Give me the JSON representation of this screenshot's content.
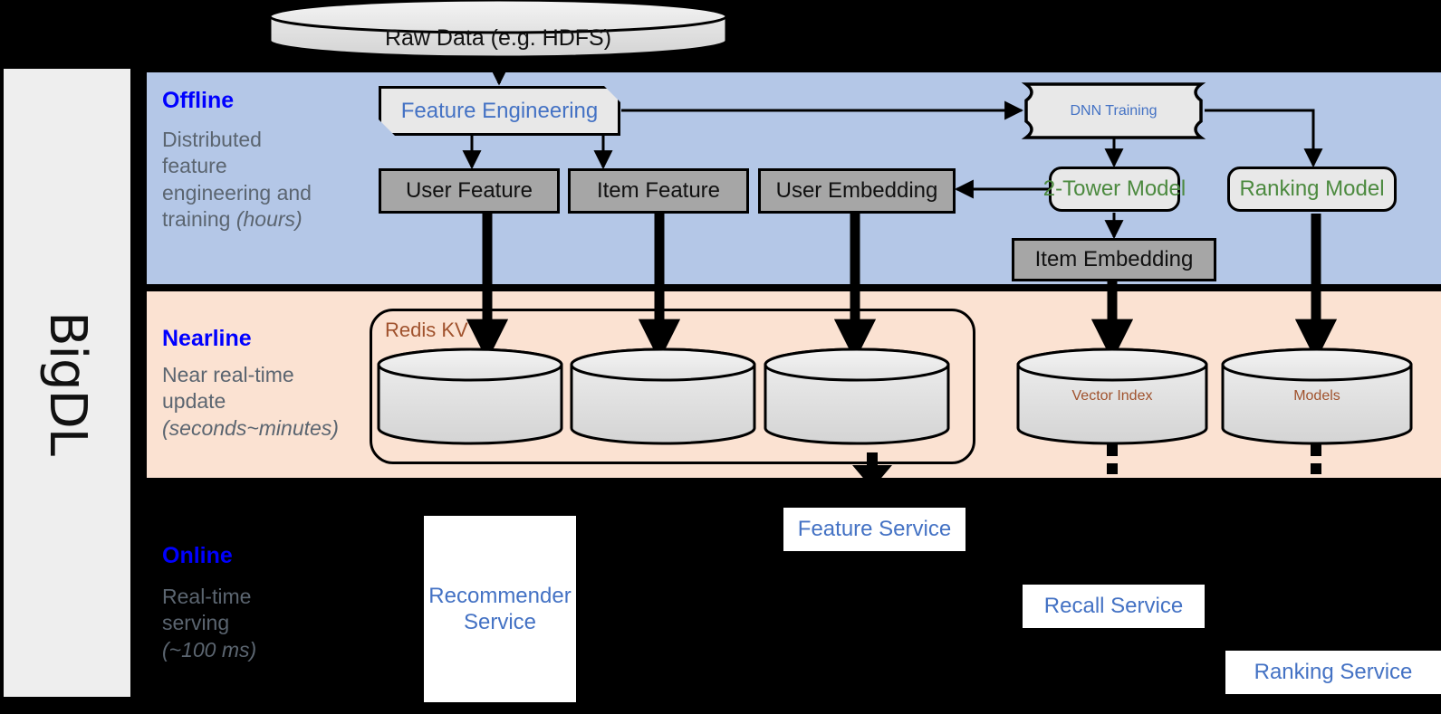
{
  "sidebar": {
    "label": "BigDL"
  },
  "bands": [
    {
      "id": "offline",
      "title": "Offline",
      "subtitle": "Distributed feature engineering and ",
      "subtitle_italic": "(hours)",
      "bg": "#b4c7e7"
    },
    {
      "id": "nearline",
      "title": "Nearline",
      "subtitle": "Near real-time update ",
      "subtitle_italic": "(seconds~minutes)",
      "bg": "#fbe2d2"
    },
    {
      "id": "online",
      "title": "Online",
      "subtitle": "Real-time serving ",
      "subtitle_italic": "(~100 ms)",
      "bg": "#000000"
    }
  ],
  "band_subtitles": {
    "offline_line1": "Distributed",
    "offline_line2": "feature",
    "offline_line3": "engineering and",
    "offline_line4": "training ",
    "offline_italic": "(hours)",
    "nearline_line1": "Near real-time",
    "nearline_line2": "update",
    "nearline_italic": "(seconds~minutes)",
    "online_line1": "Real-time",
    "online_line2": "serving",
    "online_italic": "(~100 ms)"
  },
  "nodes": {
    "raw_data": "Raw Data (e.g. HDFS)",
    "feature_engineering": "Feature Engineering",
    "dnn_training": "DNN Training",
    "user_feature": "User Feature",
    "item_feature": "Item Feature",
    "user_embedding": "User Embedding",
    "two_tower_model": "2-Tower Model",
    "ranking_model": "Ranking Model",
    "item_embedding": "Item Embedding",
    "redis_kv": "Redis KV",
    "vector_index": "Vector Index",
    "models": "Models",
    "recommender_service": "Recommender Service",
    "feature_service": "Feature Service",
    "recall_service": "Recall Service",
    "ranking_service": "Ranking Service"
  },
  "colors": {
    "offline_bg": "#b4c7e7",
    "nearline_bg": "#fbe2d2",
    "online_bg": "#000000",
    "band_title": "#0000ff",
    "band_subtitle": "#5b6570",
    "process_text_blue": "#4472c4",
    "model_text_green": "#4c8a3f",
    "store_text_brown": "#a0522d",
    "gray_box": "#a6a6a6",
    "light_box": "#e8e8e8",
    "sidebar_bg": "#eeeeee"
  }
}
